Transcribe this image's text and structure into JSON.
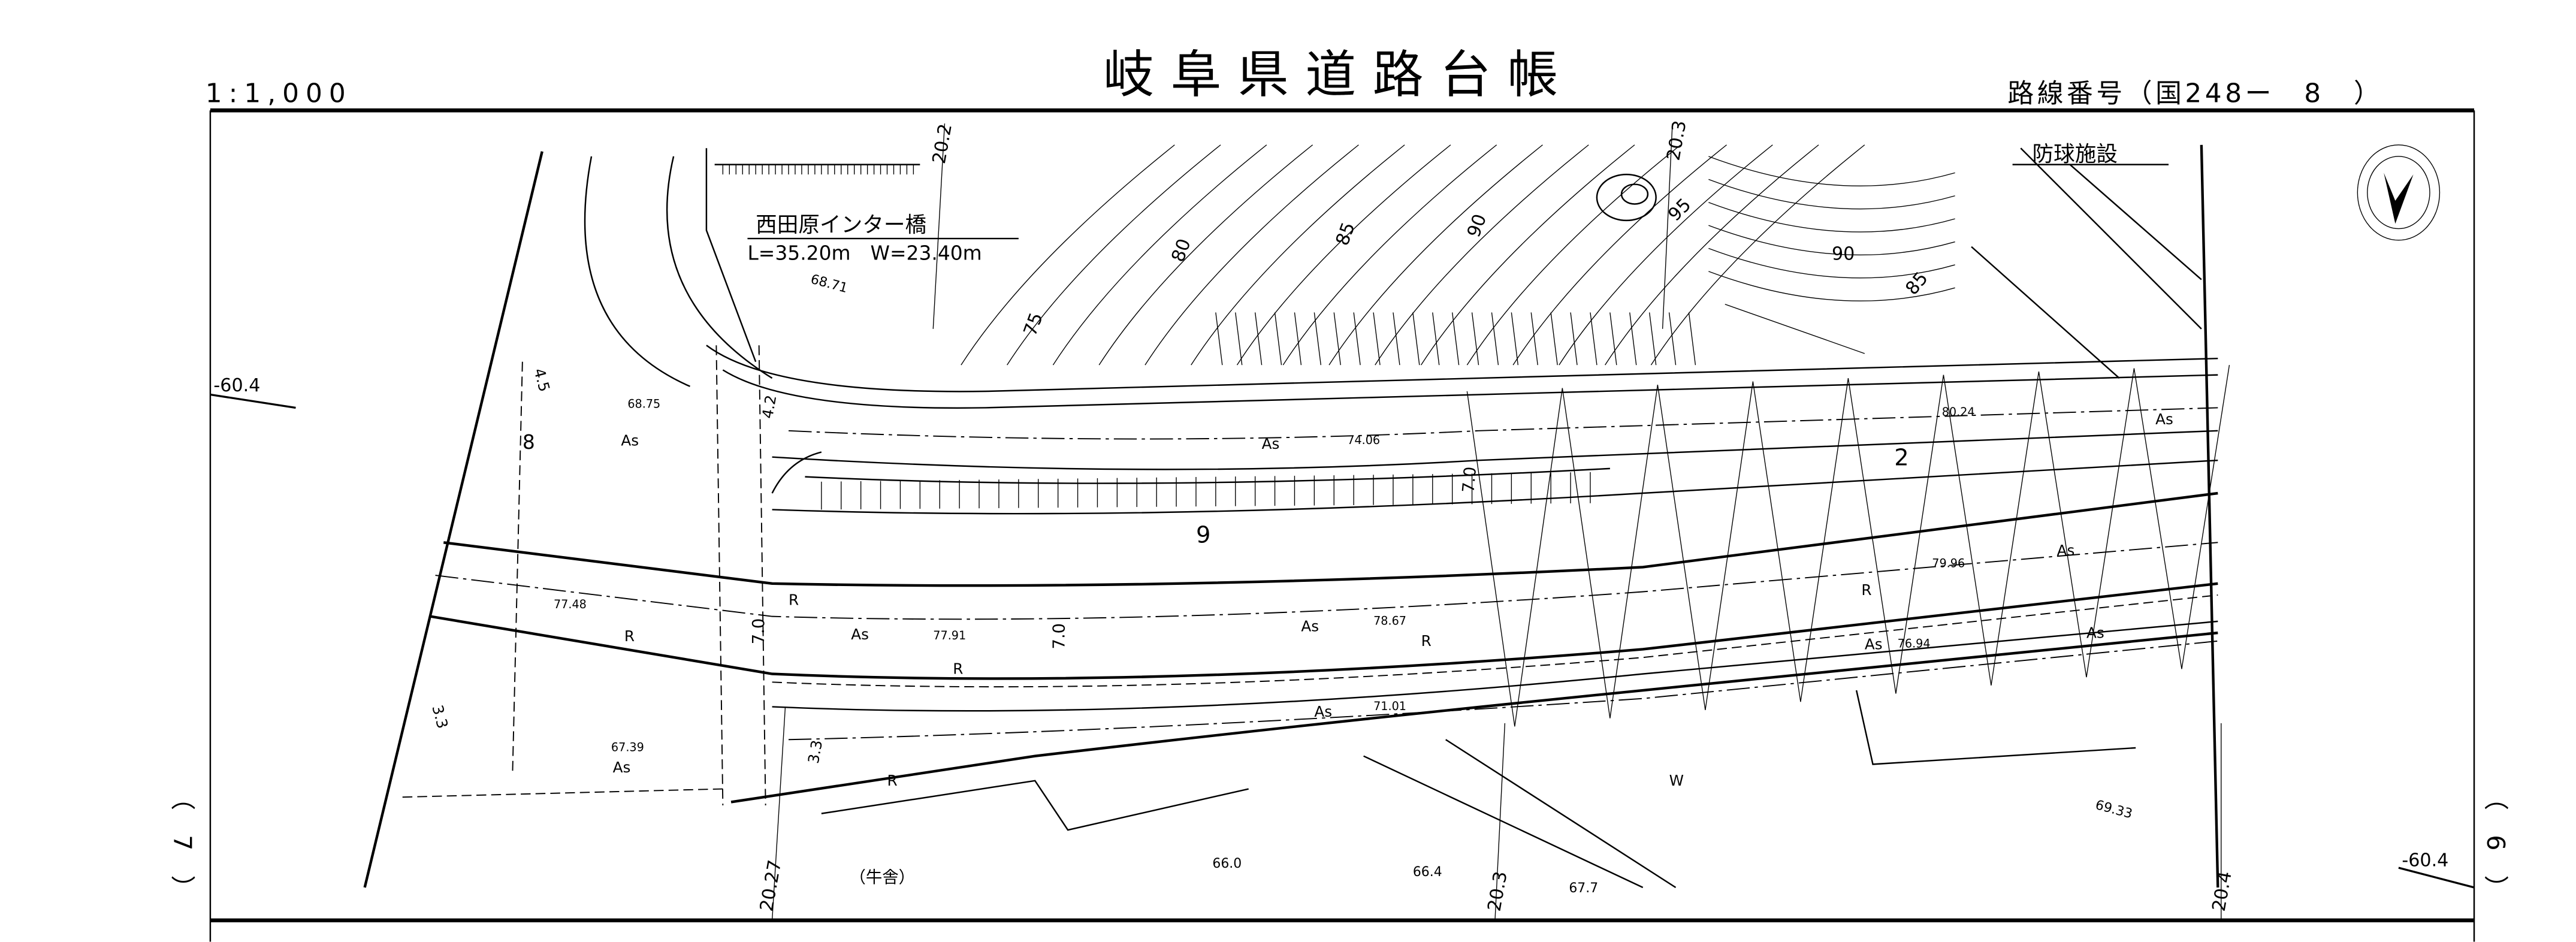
{
  "header": {
    "title": "岐阜県道路台帳",
    "scale": "1:1,000",
    "route_number": "路線番号（国248ー　8　）"
  },
  "sheet": {
    "left_adjacent": "（　7　）",
    "right_adjacent": "（　6　）"
  },
  "map": {
    "bridge_name": "西田原インター橋",
    "bridge_dims": "L=35.20m　W=23.40m",
    "facility_label": "防球施設",
    "barn_label": "（牛舎）",
    "grid_left": "-60.4",
    "grid_right": "-60.4",
    "grid_top_1": "20.2",
    "grid_top_2": "20.3",
    "grid_bottom_1": "20.27",
    "grid_bottom_2": "20.3",
    "grid_bottom_3": "20.4",
    "contours": [
      "80",
      "85",
      "90",
      "95",
      "90",
      "85",
      "75"
    ],
    "elevations": [
      "68.71",
      "68.75",
      "77.48",
      "67.39",
      "74.06",
      "77.91",
      "78.67",
      "71.01",
      "80.24",
      "79.96",
      "76.94",
      "69.33",
      "66.0",
      "66.4",
      "67.7"
    ],
    "surface_labels": [
      "As",
      "As",
      "As",
      "As",
      "As",
      "As",
      "As",
      "As",
      "As",
      "As",
      "W"
    ],
    "widths": [
      "7.0",
      "7.0",
      "7.0",
      "4.5",
      "4.2",
      "3.3",
      "3.3",
      "8"
    ],
    "markers": [
      "R",
      "R",
      "R",
      "R",
      "R",
      "R"
    ],
    "sections": [
      "9",
      "2"
    ]
  }
}
